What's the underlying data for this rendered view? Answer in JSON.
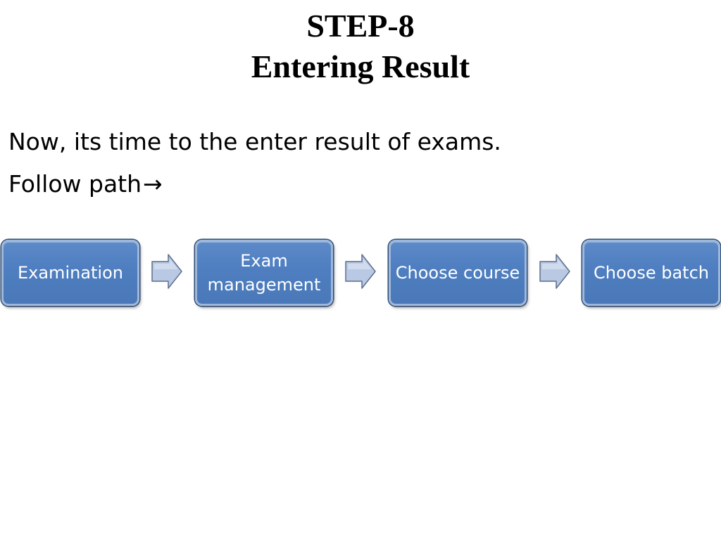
{
  "title": {
    "line1": "STEP-8",
    "line2": "Entering Result"
  },
  "body": {
    "line1": "Now, its time to the enter result of exams.",
    "line2": "Follow path",
    "arrow": "→"
  },
  "flow": {
    "steps": [
      {
        "label": "Examination"
      },
      {
        "label": "Exam management"
      },
      {
        "label": "Choose course"
      },
      {
        "label": "Choose batch"
      }
    ]
  },
  "colors": {
    "box_fill": "#4f7fc1",
    "box_border": "#2c4a73",
    "arrow_fill": "#b9c9e4"
  }
}
